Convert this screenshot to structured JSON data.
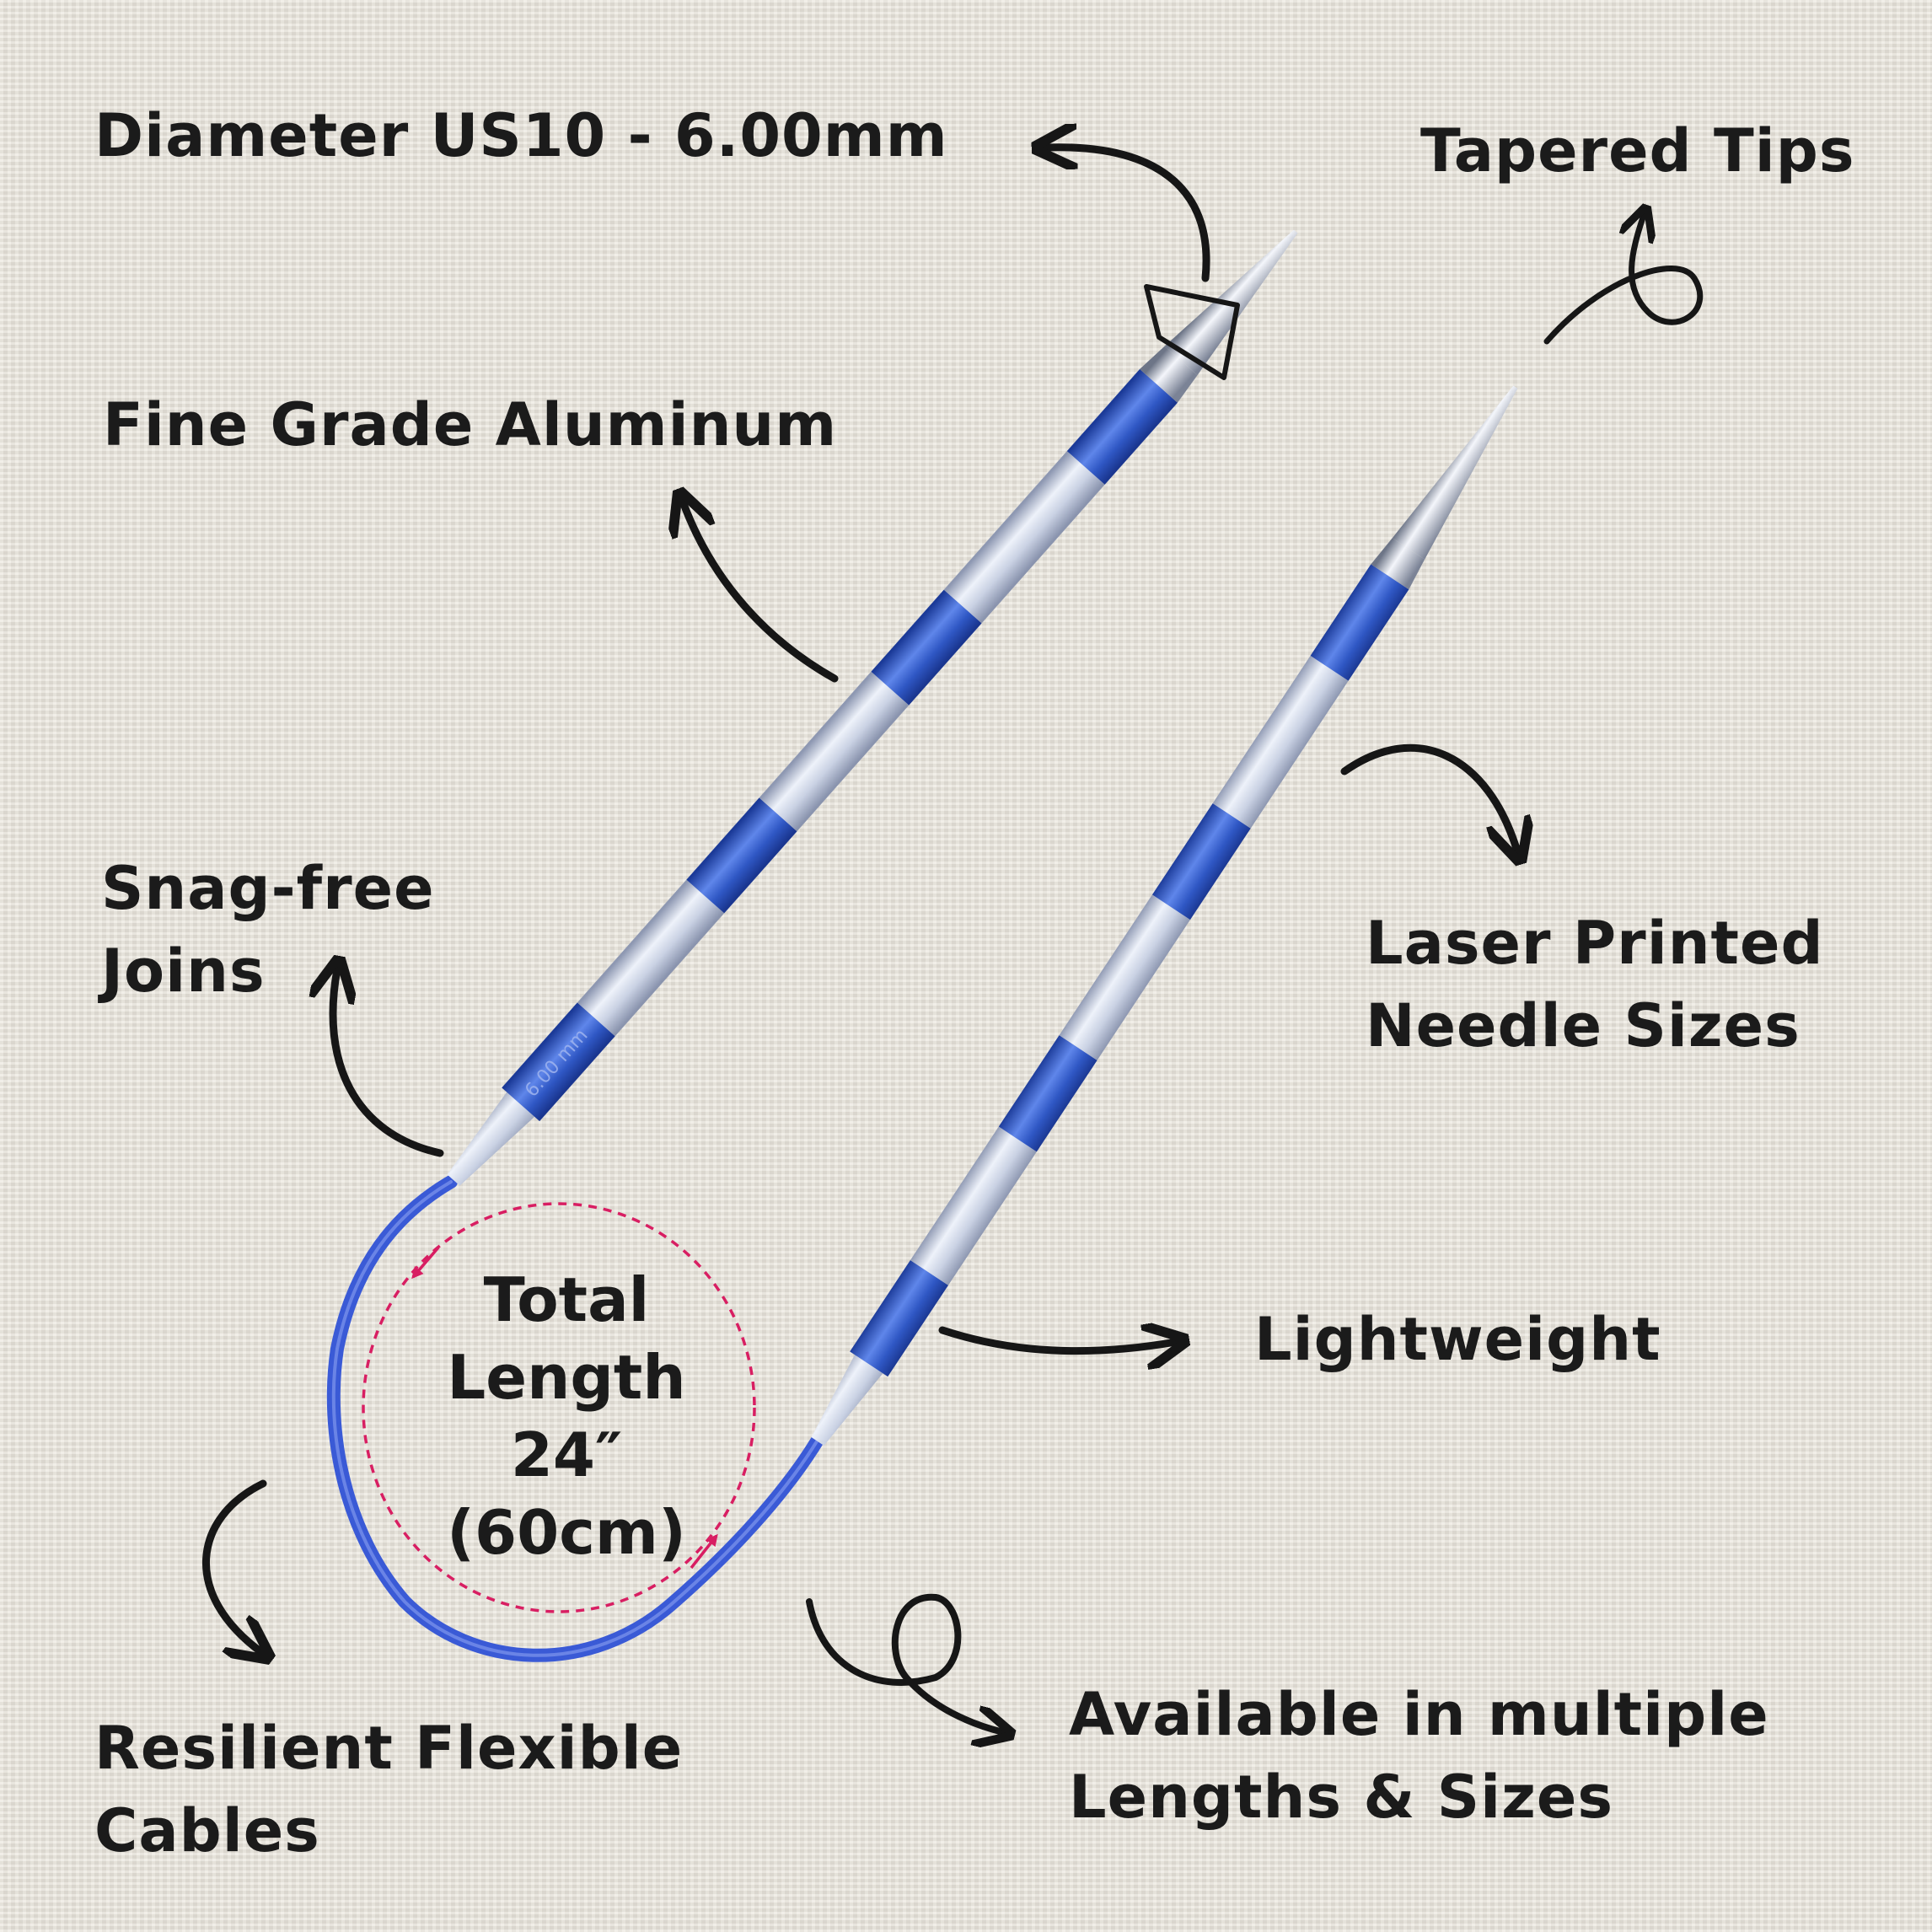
{
  "features": {
    "diameter": "Diameter US10 - 6.00mm",
    "tapered_tips": "Tapered Tips",
    "aluminum": "Fine Grade Aluminum",
    "snag_free": [
      "Snag-free",
      "Joins"
    ],
    "laser_printed": [
      "Laser Printed",
      "Needle Sizes"
    ],
    "lightweight": "Lightweight",
    "cables": [
      "Resilient Flexible",
      "Cables"
    ],
    "available": [
      "Available in multiple",
      "Lengths & Sizes"
    ]
  },
  "total_length": [
    "Total",
    "Length",
    "24″",
    "(60cm)"
  ],
  "needle_marking": "6.00 mm",
  "colors": {
    "needle_blue": "#2f57c4",
    "needle_silver": "#c9d1e3",
    "cable_blue": "#3a5ad6",
    "measure_pink": "#d81e62",
    "ink": "#161616"
  }
}
